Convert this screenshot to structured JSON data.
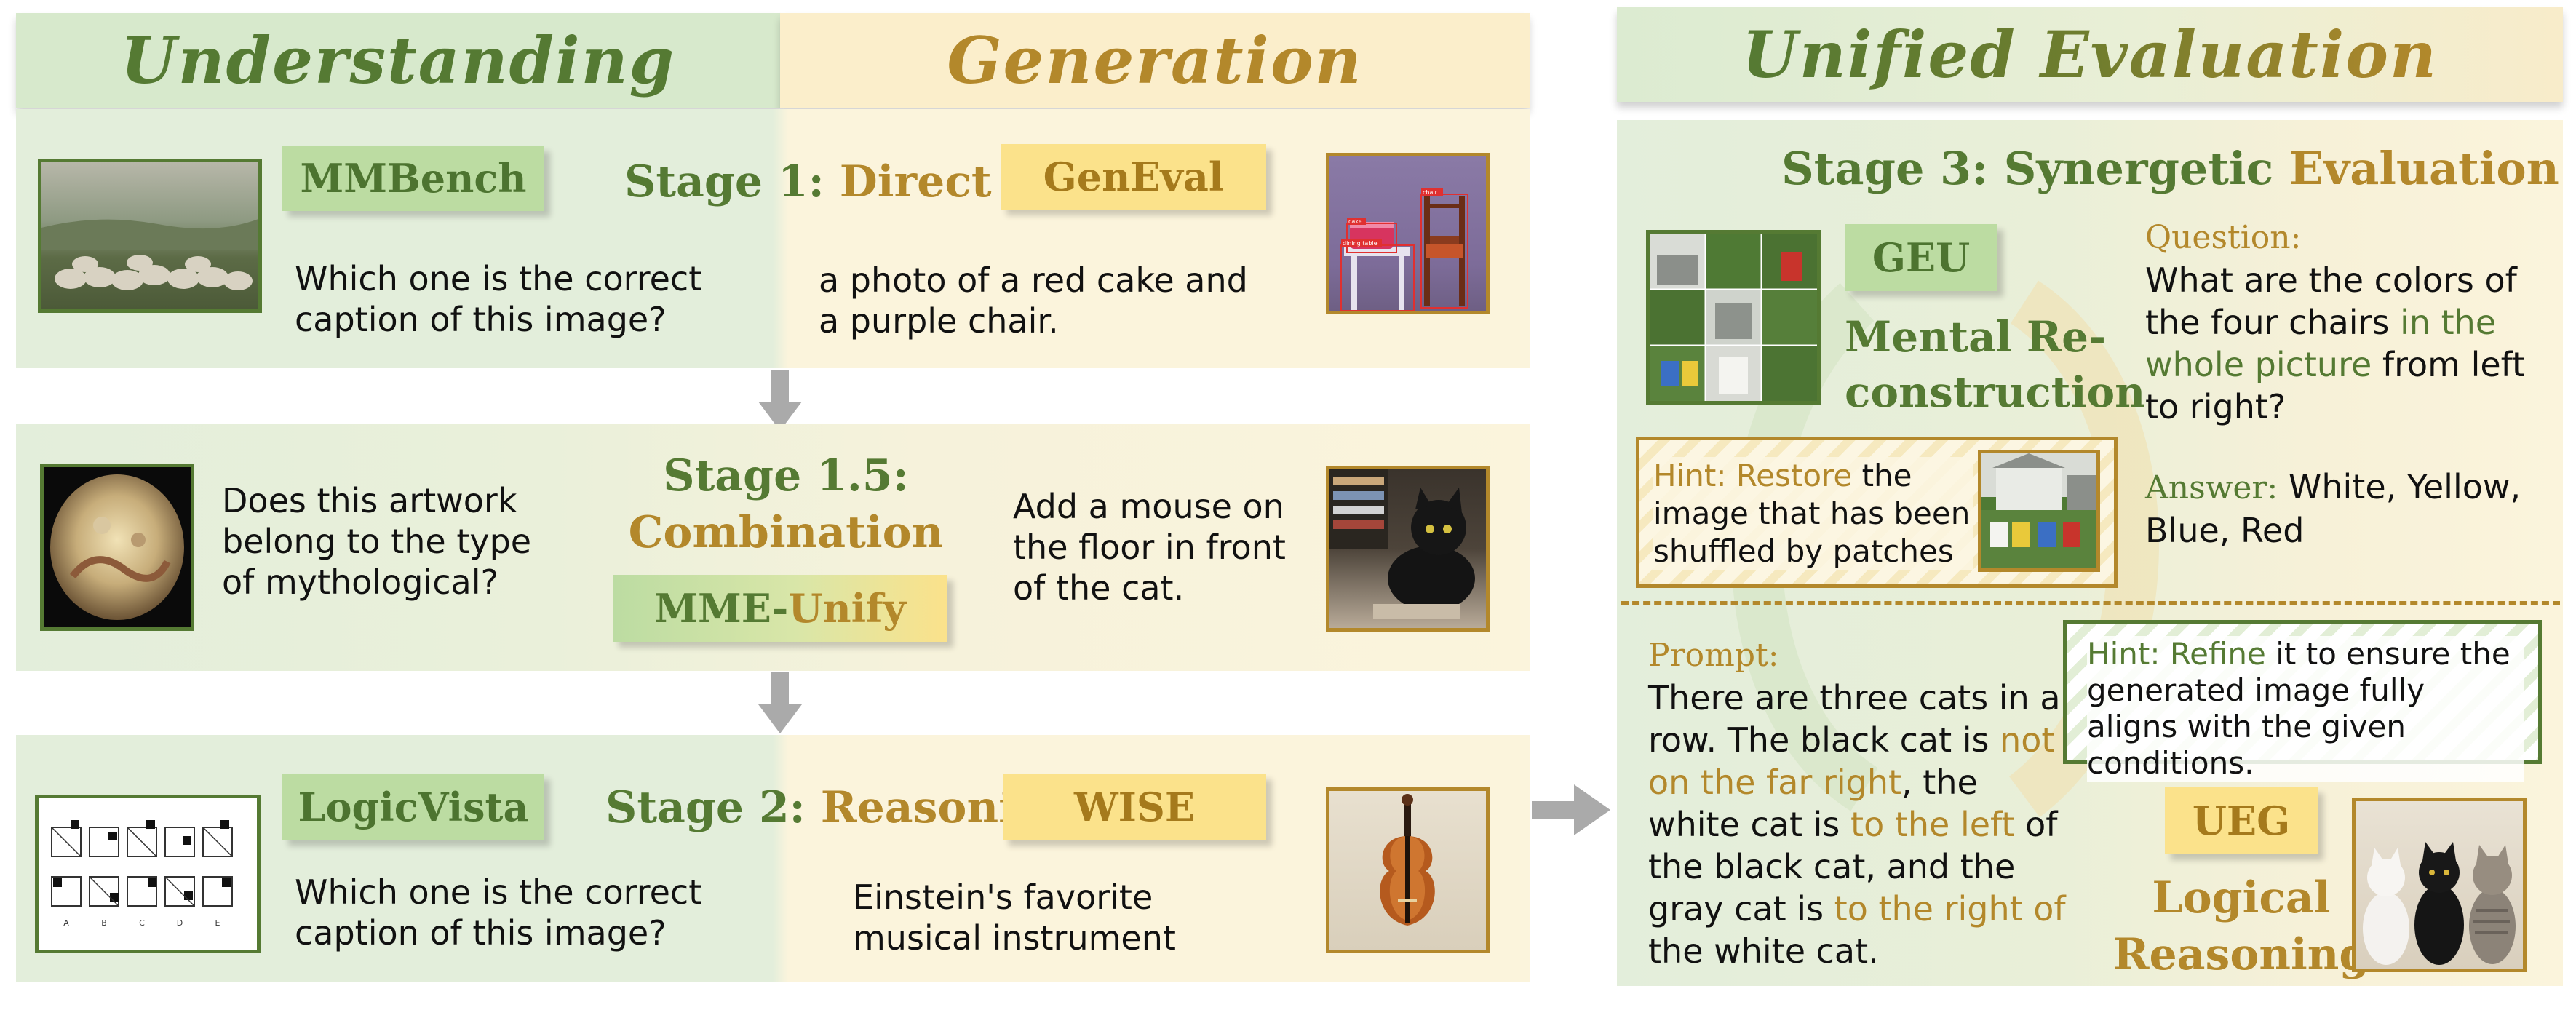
{
  "headers": {
    "understanding": "Understanding",
    "generation": "Generation",
    "unified_evaluation": "Unified Evaluation"
  },
  "stage1": {
    "label_prefix": "Stage 1: ",
    "label_suffix": "Direct",
    "und_tag": "MMBench",
    "und_text": "Which one is the correct caption of this image?",
    "gen_tag": "GenEval",
    "gen_text": "a photo of a red cake and a purple chair.",
    "cake_label": "cake",
    "chair_label": "chair",
    "table_label": "dining table"
  },
  "stage15": {
    "label_line1": "Stage 1.5:",
    "label_line2": "Combination",
    "tag_prefix": "MME-",
    "tag_suffix": "Unify",
    "und_text": "Does this artwork belong to the type of mythological?",
    "gen_text": "Add a mouse on the floor in front of the cat."
  },
  "stage2": {
    "label_prefix": "Stage 2: ",
    "label_suffix": "Reasoning",
    "und_tag": "LogicVista",
    "und_text": "Which one is the correct caption of this image?",
    "gen_tag": "WISE",
    "gen_text": "Einstein's favorite musical instrument",
    "option_letters": [
      "A",
      "B",
      "C",
      "D",
      "E"
    ]
  },
  "stage3": {
    "label_prefix": "Stage 3: Synergetic ",
    "label_suffix": "Evaluation",
    "geu_tag": "GEU",
    "geu_name": "Mental Re-construction",
    "question_label": "Question:",
    "question_part1": "What are the colors of the four chairs ",
    "question_highlight": "in the whole picture",
    "question_part2": " from left to right?",
    "answer_label": "Answer:",
    "answer_text": " White, Yellow, Blue, Red",
    "hint1_label": "Hint: Restore",
    "hint1_text": " the image that has been shuffled by patches",
    "prompt_label": "Prompt:",
    "prompt_segments": [
      {
        "text": "There are three cats in a row. The black cat is ",
        "hl": false
      },
      {
        "text": "not on the far right",
        "hl": true
      },
      {
        "text": ", the white cat is ",
        "hl": false
      },
      {
        "text": "to the left",
        "hl": true
      },
      {
        "text": " of the black cat, and the gray cat is ",
        "hl": false
      },
      {
        "text": "to the right of",
        "hl": true
      },
      {
        "text": " the white cat.",
        "hl": false
      }
    ],
    "hint2_label": "Hint: Refine",
    "hint2_text": " it to ensure the generated image fully aligns with the given conditions.",
    "ueg_tag": "UEG",
    "ueg_name": "Logical Reasoning"
  },
  "colors": {
    "green_accent": "#557a33",
    "gold_accent": "#b3882b",
    "green_panel": "#e3eedb",
    "gold_panel": "#fbf4dc",
    "arrow": "#aaaaaa"
  }
}
